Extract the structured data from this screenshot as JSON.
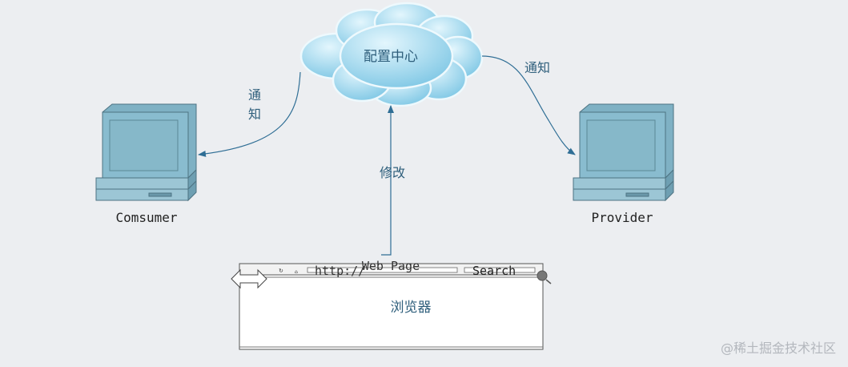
{
  "nodes": {
    "config_center": {
      "label": "配置中心"
    },
    "consumer": {
      "label": "Comsumer"
    },
    "provider": {
      "label": "Provider"
    },
    "browser": {
      "title": "Web Page",
      "url": "http://",
      "search": "Search",
      "label": "浏览器"
    }
  },
  "edges": {
    "notify_left": {
      "label_line1": "通",
      "label_line2": "知"
    },
    "notify_right": {
      "label": "通知"
    },
    "modify": {
      "label": "修改"
    }
  },
  "watermark": {
    "text": "@稀土掘金技术社区"
  },
  "colors": {
    "background": "#eceef1",
    "cloud_light": "#d8f1fb",
    "cloud_dark": "#7fc9e6",
    "cloud_stroke": "#e9f7fc",
    "computer_fill": "#86b8c9",
    "computer_stroke": "#4d7382",
    "arrow": "#2f6e95",
    "text": "#2f5f7c"
  },
  "icons": [
    "cloud-icon",
    "computer-icon",
    "browser-window-icon",
    "double-arrow-icon",
    "search-knob-icon"
  ]
}
